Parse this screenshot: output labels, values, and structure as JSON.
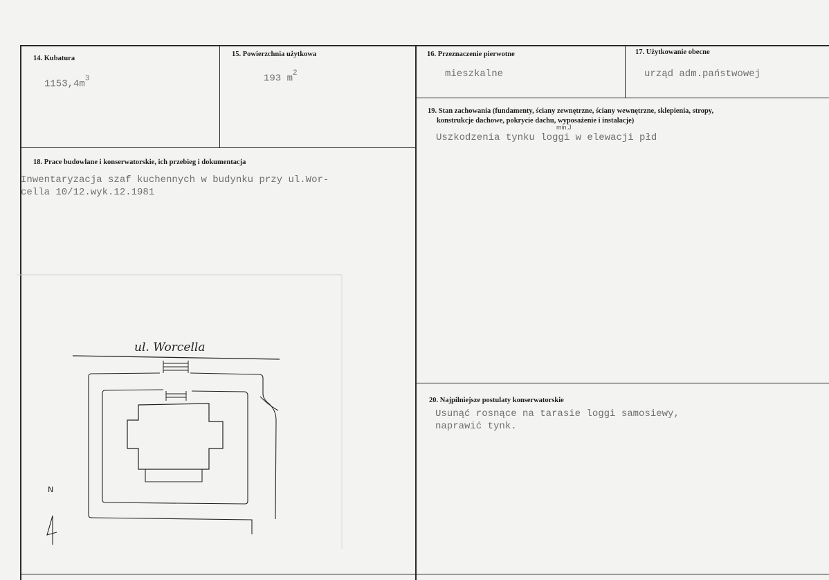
{
  "fields": {
    "f14": {
      "label": "14. Kubatura",
      "value": "1153,4m",
      "unit_sup": "3"
    },
    "f15": {
      "label": "15. Powierzchnia użytkowa",
      "value": "193 m",
      "unit_sup": "2"
    },
    "f16": {
      "label": "16. Przeznaczenie pierwotne",
      "value": "mieszkalne"
    },
    "f17": {
      "label": "17. Użytkowanie obecne",
      "value": "urząd adm.państwowej"
    },
    "f18": {
      "label": "18. Prace budowlane i konserwatorskie, ich przebieg i dokumentacja",
      "lines": [
        "Inwentaryzacja szaf kuchennych w budynku przy ul.Wor-",
        "cella 10/12.wyk.12.1981"
      ]
    },
    "f19": {
      "label_line1": "19. Stan zachowania (fundamenty, ściany zewnętrzne, ściany wewnętrzne, sklepienia, stropy,",
      "label_line2": "konstrukcje dachowe, pokrycie dachu, wyposażenie i instalacje)",
      "annotation": "min.J",
      "value": "Uszkodzenia tynku loggi w elewacji płd"
    },
    "f20": {
      "label": "20. Najpilniejsze postulaty konserwatorskie",
      "lines": [
        "Usunąć rosnące na tarasie loggi samosiewy,",
        "naprawić tynk."
      ]
    }
  },
  "plan": {
    "street_label": "ul. Worcella",
    "north_mark": "N"
  }
}
